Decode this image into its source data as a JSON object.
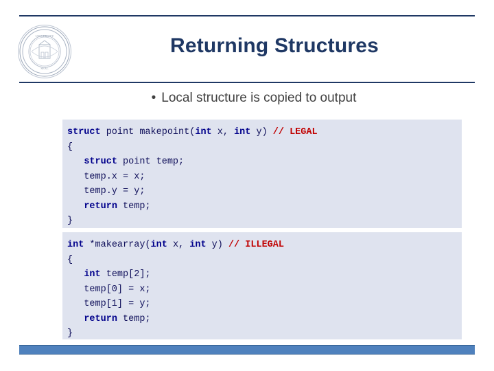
{
  "slide": {
    "title": "Returning Structures",
    "bullet": {
      "marker": "•",
      "text": "Local structure is copied to output"
    },
    "seal_label": "university-seal",
    "colors": {
      "title": "#1f3864",
      "rule": "#1f3864",
      "code_background": "#dfe3ef",
      "code_text": "#0f0f5a",
      "keyword": "#00008b",
      "comment": "#c00000",
      "bottom_bar": "#4f81bd",
      "bullet_text": "#404040"
    },
    "code_blocks": [
      {
        "name": "legal-example",
        "lines": [
          [
            {
              "t": "struct",
              "c": "kw"
            },
            {
              "t": " point makepoint(",
              "c": "plain"
            },
            {
              "t": "int",
              "c": "kw"
            },
            {
              "t": " x, ",
              "c": "plain"
            },
            {
              "t": "int",
              "c": "kw"
            },
            {
              "t": " y) ",
              "c": "plain"
            },
            {
              "t": "// LEGAL",
              "c": "cmt"
            }
          ],
          [
            {
              "t": "{",
              "c": "plain"
            }
          ],
          [
            {
              "t": "   ",
              "c": "plain"
            },
            {
              "t": "struct",
              "c": "kw"
            },
            {
              "t": " point temp;",
              "c": "plain"
            }
          ],
          [
            {
              "t": "   temp.x = x;",
              "c": "plain"
            }
          ],
          [
            {
              "t": "   temp.y = y;",
              "c": "plain"
            }
          ],
          [
            {
              "t": "   ",
              "c": "plain"
            },
            {
              "t": "return",
              "c": "kw"
            },
            {
              "t": " temp;",
              "c": "plain"
            }
          ],
          [
            {
              "t": "}",
              "c": "plain"
            }
          ]
        ]
      },
      {
        "name": "illegal-example",
        "lines": [
          [
            {
              "t": "int",
              "c": "kw"
            },
            {
              "t": " *makearray(",
              "c": "plain"
            },
            {
              "t": "int",
              "c": "kw"
            },
            {
              "t": " x, ",
              "c": "plain"
            },
            {
              "t": "int",
              "c": "kw"
            },
            {
              "t": " y) ",
              "c": "plain"
            },
            {
              "t": "// ILLEGAL",
              "c": "cmt"
            }
          ],
          [
            {
              "t": "{",
              "c": "plain"
            }
          ],
          [
            {
              "t": "   ",
              "c": "plain"
            },
            {
              "t": "int",
              "c": "kw"
            },
            {
              "t": " temp[2];",
              "c": "plain"
            }
          ],
          [
            {
              "t": "   temp[0] = x;",
              "c": "plain"
            }
          ],
          [
            {
              "t": "   temp[1] = y;",
              "c": "plain"
            }
          ],
          [
            {
              "t": "   ",
              "c": "plain"
            },
            {
              "t": "return",
              "c": "kw"
            },
            {
              "t": " temp;",
              "c": "plain"
            }
          ],
          [
            {
              "t": "}",
              "c": "plain"
            }
          ]
        ]
      }
    ]
  }
}
